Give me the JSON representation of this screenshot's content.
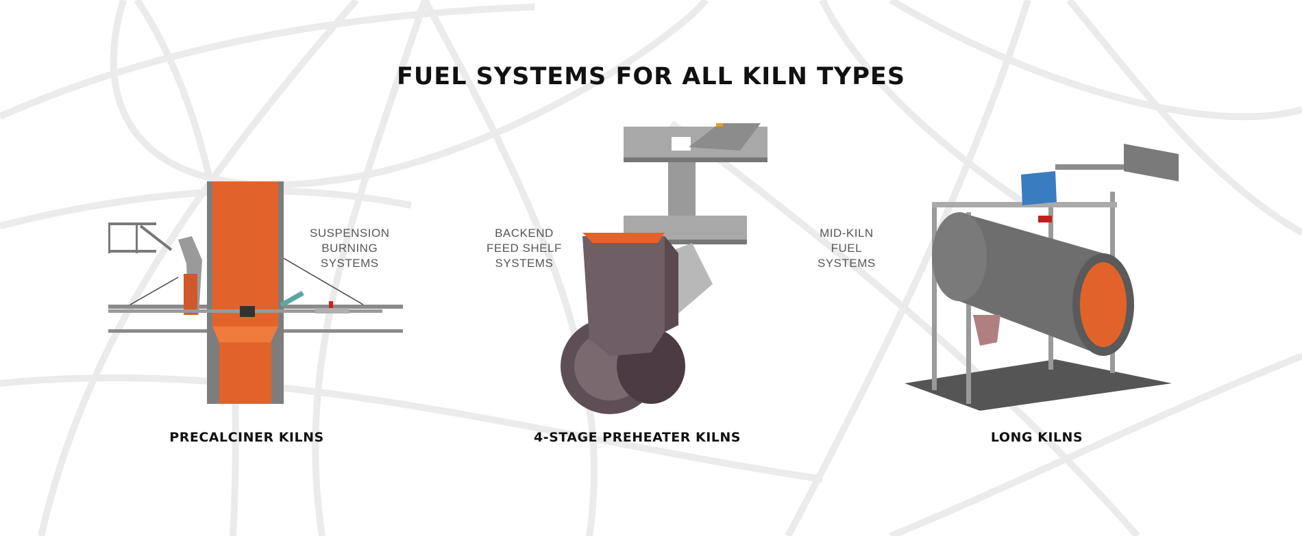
{
  "title": "FUEL SYSTEMS FOR ALL KILN TYPES",
  "panels": [
    {
      "caption": "PRECALCINER KILNS",
      "label_lines": [
        "SUSPENSION",
        "BURNING",
        "SYSTEMS"
      ]
    },
    {
      "caption": "4-STAGE PREHEATER KILNS",
      "label_lines": [
        "BACKEND",
        "FEED SHELF",
        "SYSTEMS"
      ]
    },
    {
      "caption": "LONG KILNS",
      "label_lines": [
        "MID-KILN",
        "FUEL",
        "SYSTEMS"
      ]
    }
  ],
  "colors": {
    "kiln_orange": "#e2632a",
    "steel_gray": "#8f8f8f",
    "dark_steel": "#555555",
    "background_arcs": "#ececec",
    "text": "#111111"
  }
}
